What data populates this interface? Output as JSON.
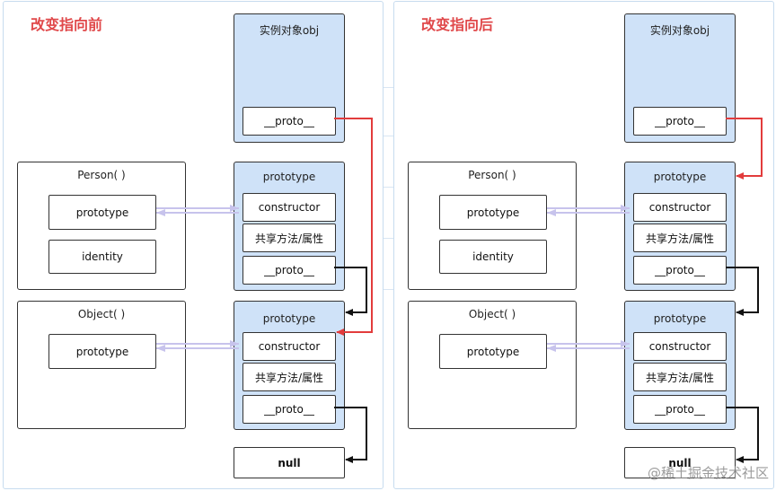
{
  "colors": {
    "title_red": "#e0484a",
    "prototype_fill": "#cfe2f8",
    "link_purple": "#c7c3ec",
    "arrow_red": "#e23c3c",
    "arrow_black": "#111111"
  },
  "before": {
    "title": "改变指向前",
    "obj_title": "实例对象obj",
    "obj_proto": "__proto__",
    "person_title": "Person( )",
    "person_prototype": "prototype",
    "person_identity": "identity",
    "object_title": "Object( )",
    "object_prototype": "prototype",
    "pp_title": "prototype",
    "pp_constructor": "constructor",
    "pp_shared": "共享方法/属性",
    "pp_proto": "__proto__",
    "op_title": "prototype",
    "op_constructor": "constructor",
    "op_shared": "共享方法/属性",
    "op_proto": "__proto__",
    "null_label": "null"
  },
  "after": {
    "title": "改变指向后",
    "obj_title": "实例对象obj",
    "obj_proto": "__proto__",
    "person_title": "Person( )",
    "person_prototype": "prototype",
    "person_identity": "identity",
    "object_title": "Object( )",
    "object_prototype": "prototype",
    "pp_title": "prototype",
    "pp_constructor": "constructor",
    "pp_shared": "共享方法/属性",
    "pp_proto": "__proto__",
    "op_title": "prototype",
    "op_constructor": "constructor",
    "op_shared": "共享方法/属性",
    "op_proto": "__proto__",
    "null_label": "null"
  },
  "watermark": "@稀土掘金技术社区"
}
